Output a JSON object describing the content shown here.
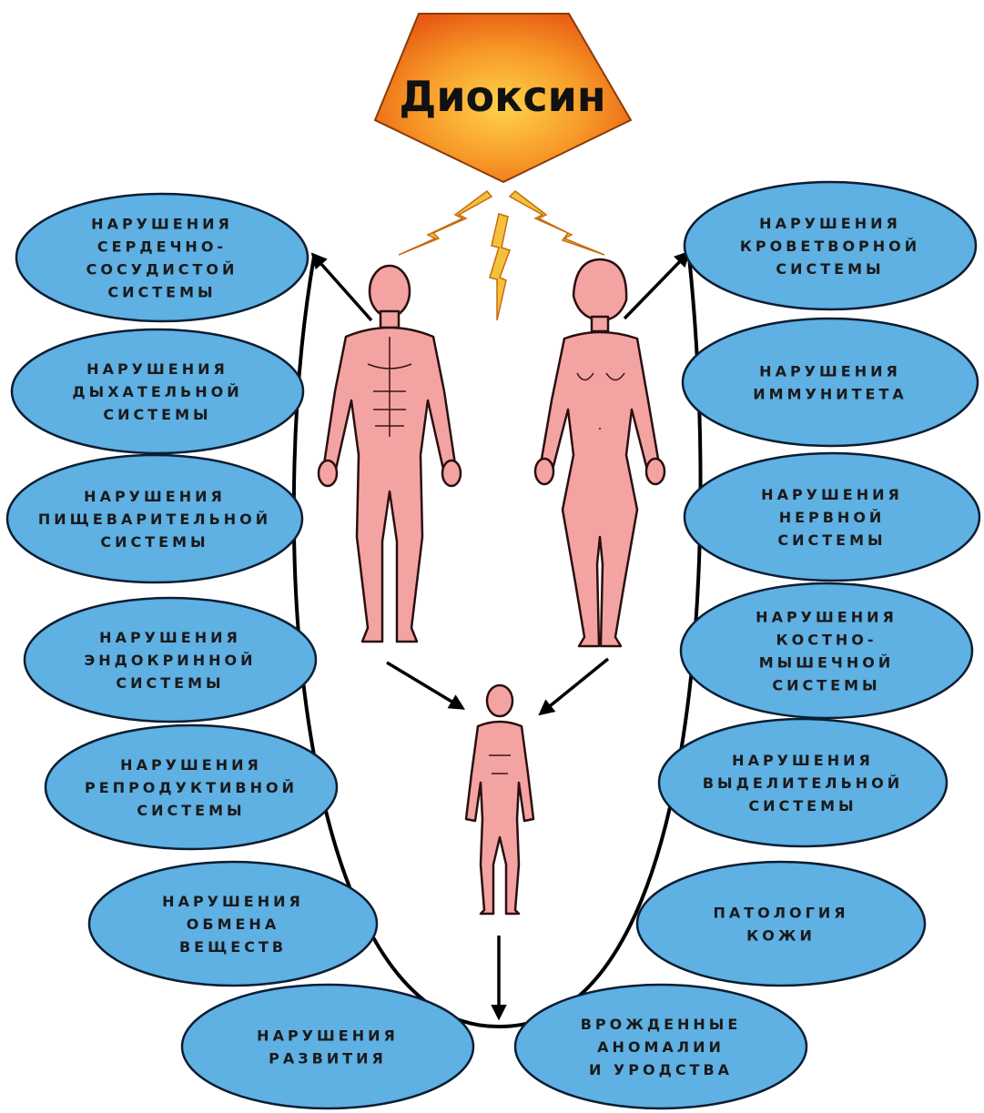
{
  "title": "Диоксин",
  "colors": {
    "oval_fill": "#5fb0e3",
    "hexagon_fill": "#f47a1e",
    "body_fill": "#f4a3a3",
    "bolt_fill": "#f4c23a"
  },
  "left_items": [
    {
      "lines": [
        "НАРУШЕНИЯ",
        "СЕРДЕЧНО-",
        "СОСУДИСТОЙ",
        "СИСТЕМЫ"
      ]
    },
    {
      "lines": [
        "НАРУШЕНИЯ",
        "ДЫХАТЕЛЬНОЙ",
        "СИСТЕМЫ"
      ]
    },
    {
      "lines": [
        "НАРУШЕНИЯ",
        "ПИЩЕВАРИТЕЛЬНОЙ",
        "СИСТЕМЫ"
      ]
    },
    {
      "lines": [
        "НАРУШЕНИЯ",
        "ЭНДОКРИННОЙ",
        "СИСТЕМЫ"
      ]
    },
    {
      "lines": [
        "НАРУШЕНИЯ",
        "РЕПРОДУКТИВНОЙ",
        "СИСТЕМЫ"
      ]
    },
    {
      "lines": [
        "НАРУШЕНИЯ",
        "ОБМЕНА",
        "ВЕЩЕСТВ"
      ]
    },
    {
      "lines": [
        "НАРУШЕНИЯ",
        "РАЗВИТИЯ"
      ]
    }
  ],
  "right_items": [
    {
      "lines": [
        "НАРУШЕНИЯ",
        "КРОВЕТВОРНОЙ",
        "СИСТЕМЫ"
      ]
    },
    {
      "lines": [
        "НАРУШЕНИЯ",
        "ИММУНИТЕТА"
      ]
    },
    {
      "lines": [
        "НАРУШЕНИЯ",
        "НЕРВНОЙ",
        "СИСТЕМЫ"
      ]
    },
    {
      "lines": [
        "НАРУШЕНИЯ",
        "КОСТНО-",
        "МЫШЕЧНОЙ",
        "СИСТЕМЫ"
      ]
    },
    {
      "lines": [
        "НАРУШЕНИЯ",
        "ВЫДЕЛИТЕЛЬНОЙ",
        "СИСТЕМЫ"
      ]
    },
    {
      "lines": [
        "ПАТОЛОГИЯ",
        "КОЖИ"
      ]
    },
    {
      "lines": [
        "ВРОЖДЕННЫЕ",
        "АНОМАЛИИ",
        "И УРОДСТВА"
      ]
    }
  ]
}
